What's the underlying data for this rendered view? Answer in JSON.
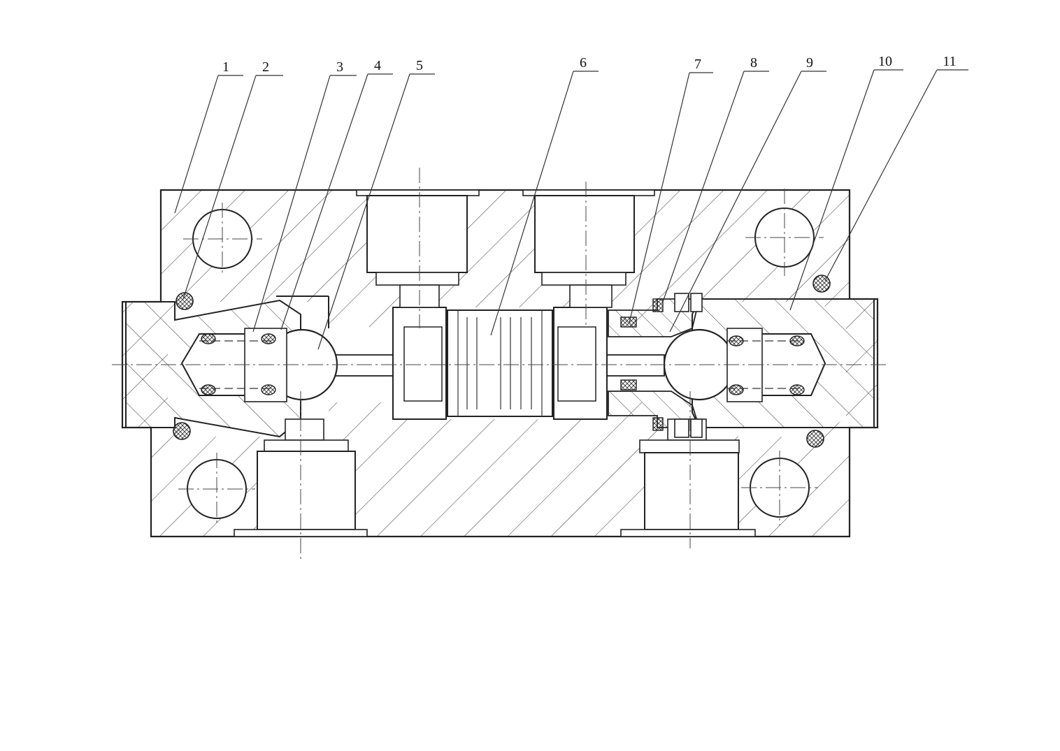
{
  "drawing": {
    "part_labels": [
      "1",
      "2",
      "3",
      "4",
      "5",
      "6",
      "7",
      "8",
      "9",
      "10",
      "11"
    ],
    "line_color": "#222222",
    "background": "#ffffff"
  }
}
